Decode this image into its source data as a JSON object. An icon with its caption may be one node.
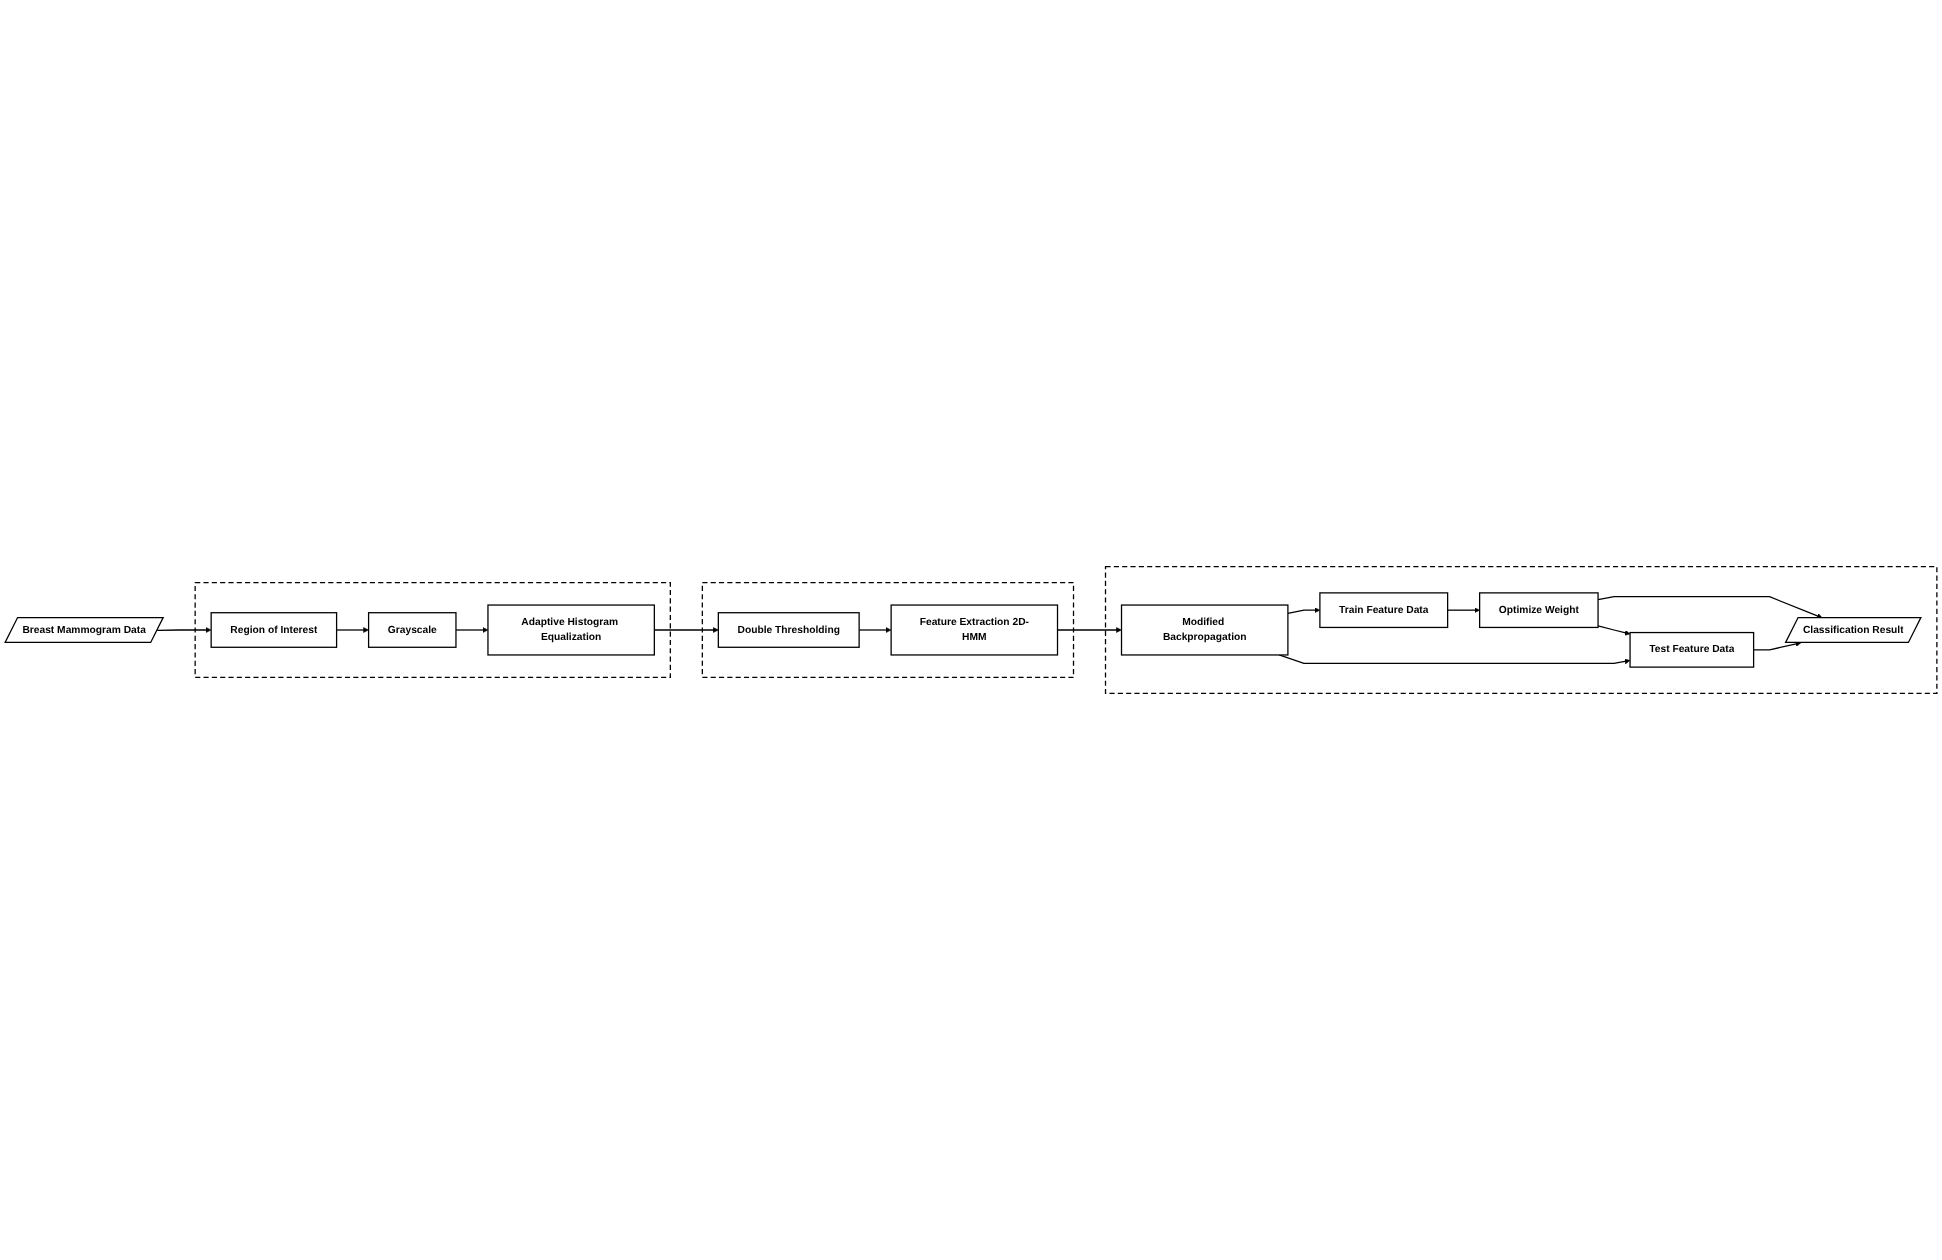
{
  "diagram": {
    "nodes": [
      {
        "text": [
          "Breast Mammogram Data"
        ]
      },
      {
        "text": [],
        "shape": "box"
      },
      {
        "text": [
          "Region of Interest"
        ],
        "in": 1
      },
      {
        "text": [
          "Grayscale"
        ],
        "in": 1
      },
      {
        "text": [
          "Adaptive Histogram Equalization"
        ],
        "in": 1
      },
      {
        "text": [],
        "shape": "box"
      },
      {
        "text": [
          "Feature Extraction 2D-HMM"
        ],
        "in": 5
      },
      {
        "text": [
          "Double Thresholding"
        ],
        "in": 5
      },
      {
        "text": [],
        "shape": "box"
      },
      {
        "text": [
          "Modified Backpropagation"
        ],
        "in": 8
      },
      {
        "text": [
          "Train Feature Data"
        ],
        "in": 8
      },
      {
        "text": [
          "Optimize Weight"
        ],
        "in": 8
      },
      {
        "text": [
          "Classification Result"
        ],
        "in": 8
      },
      {
        "text": [
          "Test Feature Data"
        ],
        "in": 8
      }
    ],
    "edges": [
      {
        "from": 0,
        "to": 2,
        "arrow": "to"
      },
      {
        "from": 2,
        "to": 3,
        "arrow": "to"
      },
      {
        "from": 3,
        "to": 4,
        "arrow": "to"
      },
      {
        "from": 4,
        "to": 7,
        "arrow": "to"
      },
      {
        "from": 7,
        "to": 6,
        "arrow": "to"
      },
      {
        "from": 6,
        "to": 9,
        "arrow": "to"
      },
      {
        "from": 9,
        "to": 10,
        "arrow": "to"
      },
      {
        "from": 10,
        "to": 11,
        "arrow": "to"
      },
      {
        "from": 11,
        "to": 12,
        "arrow": "to"
      },
      {
        "from": 11,
        "to": 13,
        "arrow": "to"
      },
      {
        "from": 9,
        "to": 13,
        "arrow": "to"
      },
      {
        "from": 13,
        "to": 12,
        "arrow": "to"
      }
    ]
  }
}
